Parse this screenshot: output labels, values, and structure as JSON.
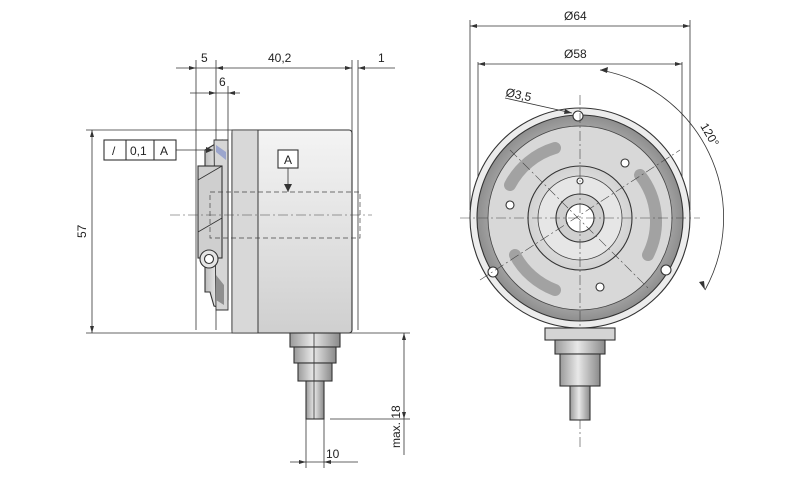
{
  "dimensions": {
    "flange_thickness": "5",
    "body_length": "40,2",
    "shaft_offset": "1",
    "clamp_depth": "6",
    "height": "57",
    "gland_width": "10",
    "gland_max_length": "max. 18",
    "outer_diameter": "Ø64",
    "pitch_diameter": "Ø58",
    "hole_diameter": "Ø3,5",
    "hole_angle": "120°"
  },
  "tolerance": {
    "symbol": "/",
    "value": "0,1",
    "datum": "A"
  },
  "datum_label": "A",
  "colors": {
    "line": "#333333",
    "body_light": "#e9e9e9",
    "body_mid": "#c9c9c9",
    "body_dark": "#8f8f8f",
    "accent": "#6d7fc7"
  }
}
